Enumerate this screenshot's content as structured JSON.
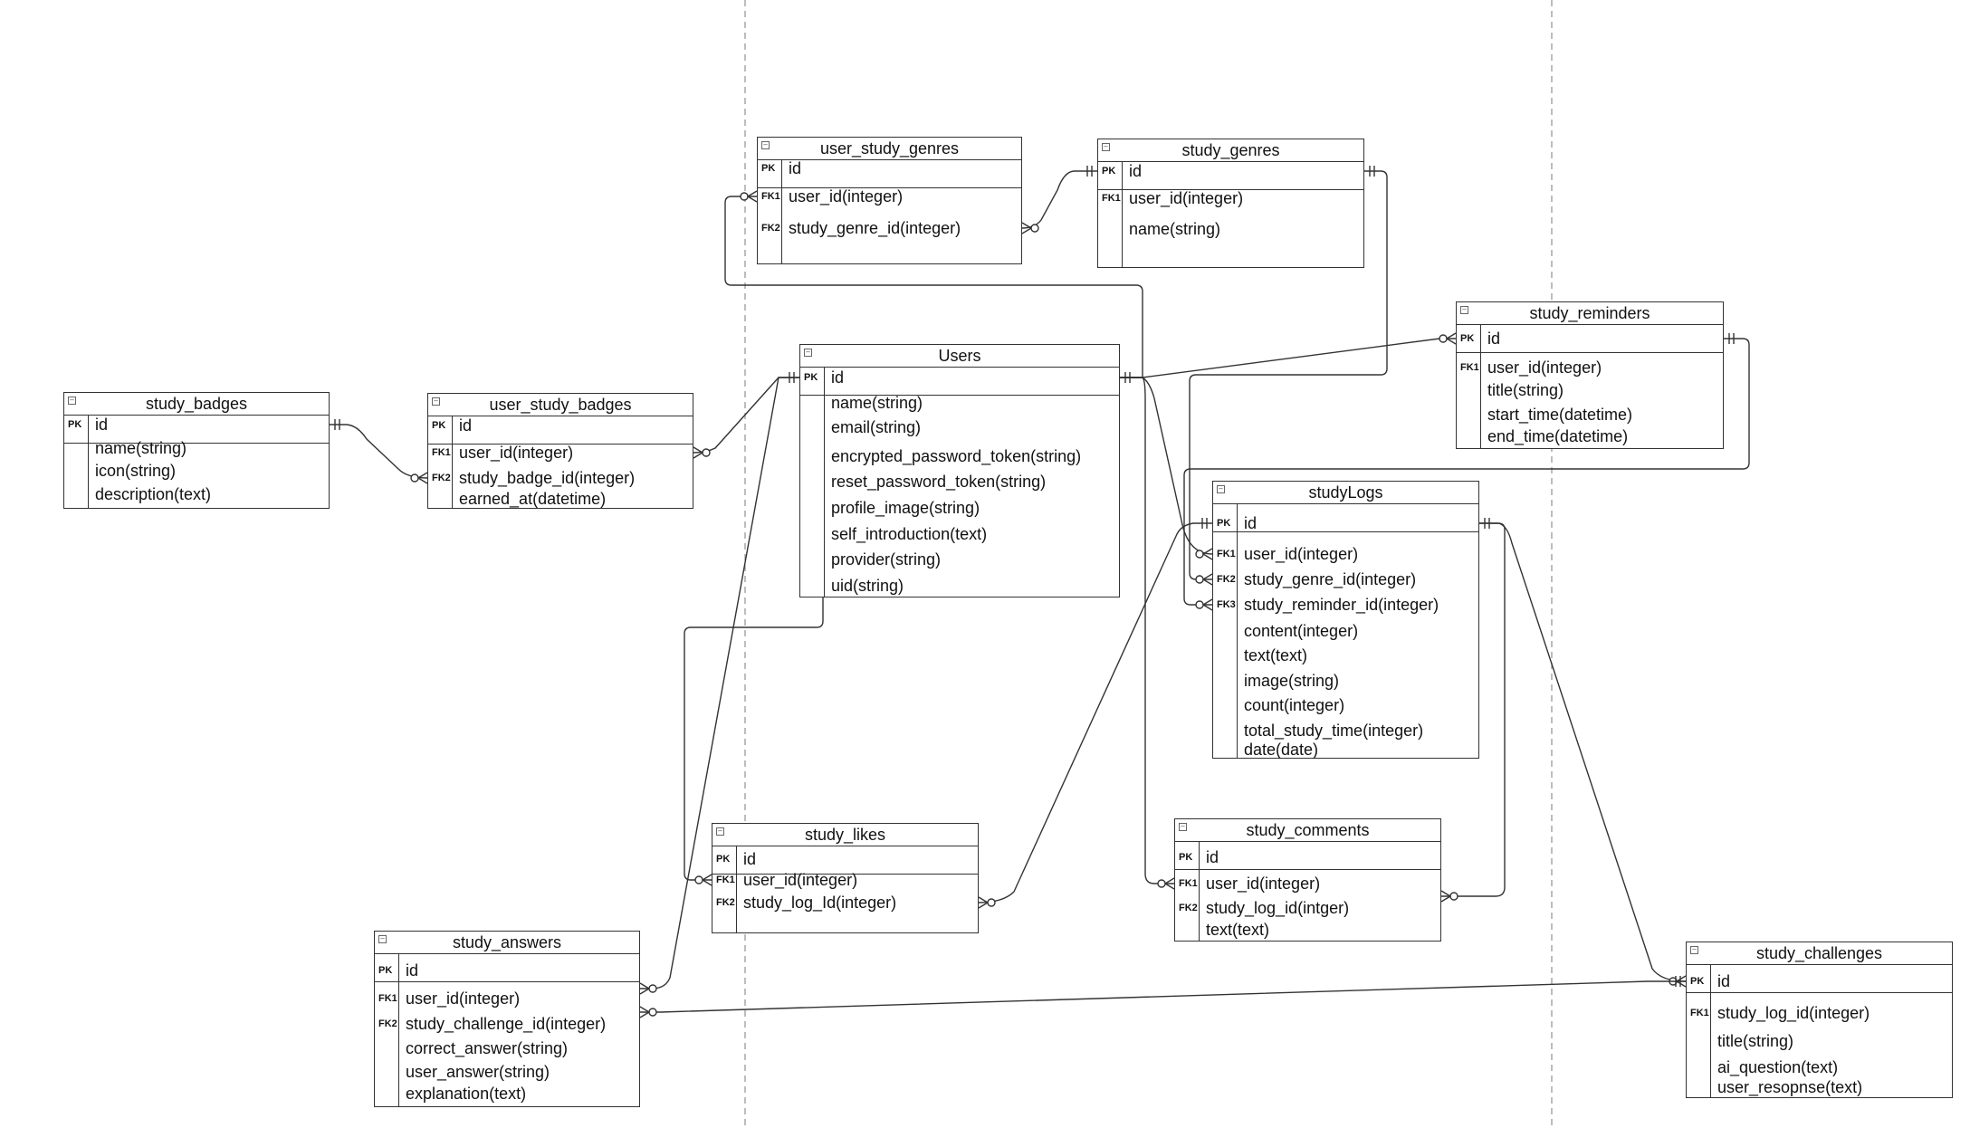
{
  "tables": [
    {
      "id": "user_study_genres",
      "name": "user_study_genres",
      "fields": [
        {
          "key": "PK",
          "name": "id"
        },
        {
          "key": "FK1",
          "name": "user_id(integer)"
        },
        {
          "key": "FK2",
          "name": "study_genre_id(integer)"
        }
      ]
    },
    {
      "id": "study_genres",
      "name": "study_genres",
      "fields": [
        {
          "key": "PK",
          "name": "id"
        },
        {
          "key": "FK1",
          "name": "user_id(integer)"
        },
        {
          "key": "",
          "name": "name(string)"
        }
      ]
    },
    {
      "id": "study_reminders",
      "name": "study_reminders",
      "fields": [
        {
          "key": "PK",
          "name": "id"
        },
        {
          "key": "FK1",
          "name": "user_id(integer)"
        },
        {
          "key": "",
          "name": "title(string)"
        },
        {
          "key": "",
          "name": "start_time(datetime)"
        },
        {
          "key": "",
          "name": "end_time(datetime)"
        }
      ]
    },
    {
      "id": "users",
      "name": "Users",
      "fields": [
        {
          "key": "PK",
          "name": "id"
        },
        {
          "key": "",
          "name": "name(string)"
        },
        {
          "key": "",
          "name": "email(string)"
        },
        {
          "key": "",
          "name": "encrypted_password_token(string)"
        },
        {
          "key": "",
          "name": "reset_password_token(string)"
        },
        {
          "key": "",
          "name": "profile_image(string)"
        },
        {
          "key": "",
          "name": "self_introduction(text)"
        },
        {
          "key": "",
          "name": "provider(string)"
        },
        {
          "key": "",
          "name": "uid(string)"
        }
      ]
    },
    {
      "id": "study_badges",
      "name": "study_badges",
      "fields": [
        {
          "key": "PK",
          "name": "id"
        },
        {
          "key": "",
          "name": "name(string)"
        },
        {
          "key": "",
          "name": "icon(string)"
        },
        {
          "key": "",
          "name": "description(text)"
        }
      ]
    },
    {
      "id": "user_study_badges",
      "name": "user_study_badges",
      "fields": [
        {
          "key": "PK",
          "name": "id"
        },
        {
          "key": "FK1",
          "name": "user_id(integer)"
        },
        {
          "key": "FK2",
          "name": "study_badge_id(integer)"
        },
        {
          "key": "",
          "name": "earned_at(datetime)"
        }
      ]
    },
    {
      "id": "studyLogs",
      "name": "studyLogs",
      "fields": [
        {
          "key": "PK",
          "name": "id"
        },
        {
          "key": "FK1",
          "name": "user_id(integer)"
        },
        {
          "key": "FK2",
          "name": "study_genre_id(integer)"
        },
        {
          "key": "FK3",
          "name": "study_reminder_id(integer)"
        },
        {
          "key": "",
          "name": "content(integer)"
        },
        {
          "key": "",
          "name": "text(text)"
        },
        {
          "key": "",
          "name": "image(string)"
        },
        {
          "key": "",
          "name": "count(integer)"
        },
        {
          "key": "",
          "name": "total_study_time(integer)"
        },
        {
          "key": "",
          "name": "date(date)"
        }
      ]
    },
    {
      "id": "study_likes",
      "name": "study_likes",
      "fields": [
        {
          "key": "PK",
          "name": "id"
        },
        {
          "key": "FK1",
          "name": "user_id(integer)"
        },
        {
          "key": "FK2",
          "name": "study_log_Id(integer)"
        }
      ]
    },
    {
      "id": "study_comments",
      "name": "study_comments",
      "fields": [
        {
          "key": "PK",
          "name": "id"
        },
        {
          "key": "FK1",
          "name": "user_id(integer)"
        },
        {
          "key": "FK2",
          "name": "study_log_id(intger)"
        },
        {
          "key": "",
          "name": "text(text)"
        }
      ]
    },
    {
      "id": "study_answers",
      "name": "study_answers",
      "fields": [
        {
          "key": "PK",
          "name": "id"
        },
        {
          "key": "FK1",
          "name": "user_id(integer)"
        },
        {
          "key": "FK2",
          "name": "study_challenge_id(integer)"
        },
        {
          "key": "",
          "name": "correct_answer(string)"
        },
        {
          "key": "",
          "name": "user_answer(string)"
        },
        {
          "key": "",
          "name": "explanation(text)"
        }
      ]
    },
    {
      "id": "study_challenges",
      "name": "study_challenges",
      "fields": [
        {
          "key": "PK",
          "name": "id"
        },
        {
          "key": "FK1",
          "name": "study_log_id(integer)"
        },
        {
          "key": "",
          "name": "title(string)"
        },
        {
          "key": "",
          "name": "ai_question(text)"
        },
        {
          "key": "",
          "name": "user_resopnse(text)"
        }
      ]
    }
  ],
  "relationships": [
    {
      "from": "users",
      "to": "user_study_genres",
      "type": "one-to-many"
    },
    {
      "from": "study_genres",
      "to": "user_study_genres",
      "type": "one-to-many"
    },
    {
      "from": "users",
      "to": "study_reminders",
      "type": "one-to-many"
    },
    {
      "from": "users",
      "to": "user_study_badges",
      "type": "one-to-many"
    },
    {
      "from": "study_badges",
      "to": "user_study_badges",
      "type": "one-to-many"
    },
    {
      "from": "users",
      "to": "studyLogs",
      "type": "one-to-many"
    },
    {
      "from": "study_genres",
      "to": "studyLogs",
      "type": "one-to-many"
    },
    {
      "from": "study_reminders",
      "to": "studyLogs",
      "type": "one-to-many"
    },
    {
      "from": "users",
      "to": "study_likes",
      "type": "one-to-many"
    },
    {
      "from": "studyLogs",
      "to": "study_likes",
      "type": "one-to-many"
    },
    {
      "from": "users",
      "to": "study_comments",
      "type": "one-to-many"
    },
    {
      "from": "studyLogs",
      "to": "study_comments",
      "type": "one-to-many"
    },
    {
      "from": "users",
      "to": "study_answers",
      "type": "one-to-many"
    },
    {
      "from": "studyLogs",
      "to": "study_challenges",
      "type": "one-to-many"
    },
    {
      "from": "study_challenges",
      "to": "study_answers",
      "type": "one-to-many"
    }
  ]
}
